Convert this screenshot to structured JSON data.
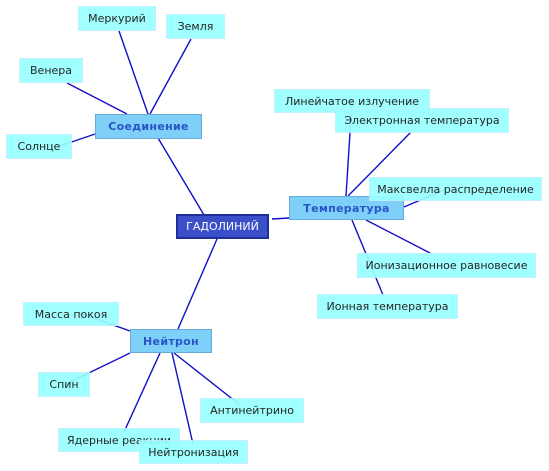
{
  "root": "ГАДОЛИНИЙ",
  "branches": {
    "compound": {
      "label": "Соединение",
      "children": [
        "Меркурий",
        "Земля",
        "Венера",
        "Солнце"
      ]
    },
    "temperature": {
      "label": "Температура",
      "children": [
        "Линейчатое излучение",
        "Электронная температура",
        "Максвелла распределение",
        "Ионизационное равновесие",
        "Ионная температура"
      ]
    },
    "neutron": {
      "label": "Нейтрон",
      "children": [
        "Масса покоя",
        "Спин",
        "Антинейтрино",
        "Ядерные реакции",
        "Нейтронизация"
      ]
    }
  },
  "colors": {
    "link": "#1010c8",
    "leaf_fill": "#99ffff",
    "hub_fill": "#7fd0f8",
    "hub_text": "#2a55c8",
    "root_fill": "#3b4fc8",
    "root_text": "#ffffff"
  }
}
